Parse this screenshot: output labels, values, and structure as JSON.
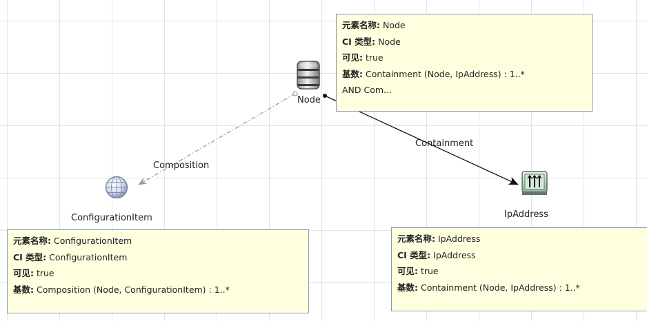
{
  "nodes": {
    "node": {
      "label": "Node",
      "icon": "server-icon"
    },
    "configuration_item": {
      "label": "ConfigurationItem",
      "icon": "globe-icon"
    },
    "ip_address": {
      "label": "IpAddress",
      "icon": "ip-address-icon"
    }
  },
  "edges": {
    "composition": {
      "label": "Composition"
    },
    "containment": {
      "label": "Containment"
    }
  },
  "tooltips": {
    "node": {
      "element_name_key": "元素名称:",
      "element_name_value": " Node",
      "ci_type_key": "CI 类型:",
      "ci_type_value": " Node",
      "visible_key": "可见:",
      "visible_value": " true",
      "cardinality_key": "基数:",
      "cardinality_value": " Containment (Node, IpAddress) : 1..*",
      "extra": "AND Com..."
    },
    "configuration_item": {
      "element_name_key": "元素名称:",
      "element_name_value": " ConfigurationItem",
      "ci_type_key": "CI 类型:",
      "ci_type_value": " ConfigurationItem",
      "visible_key": "可见:",
      "visible_value": " true",
      "cardinality_key": "基数:",
      "cardinality_value": " Composition (Node, ConfigurationItem) : 1..*"
    },
    "ip_address": {
      "element_name_key": "元素名称:",
      "element_name_value": " IpAddress",
      "ci_type_key": "CI 类型:",
      "ci_type_value": " IpAddress",
      "visible_key": "可见:",
      "visible_value": " true",
      "cardinality_key": "基数:",
      "cardinality_value": " Containment (Node, IpAddress) : 1..*"
    }
  },
  "colors": {
    "tooltip_background": "#ffffdf",
    "tooltip_border": "#8a9bb8",
    "grid": "#e3e3e3",
    "composition_edge": "#9a9a9a",
    "containment_edge": "#111111"
  }
}
